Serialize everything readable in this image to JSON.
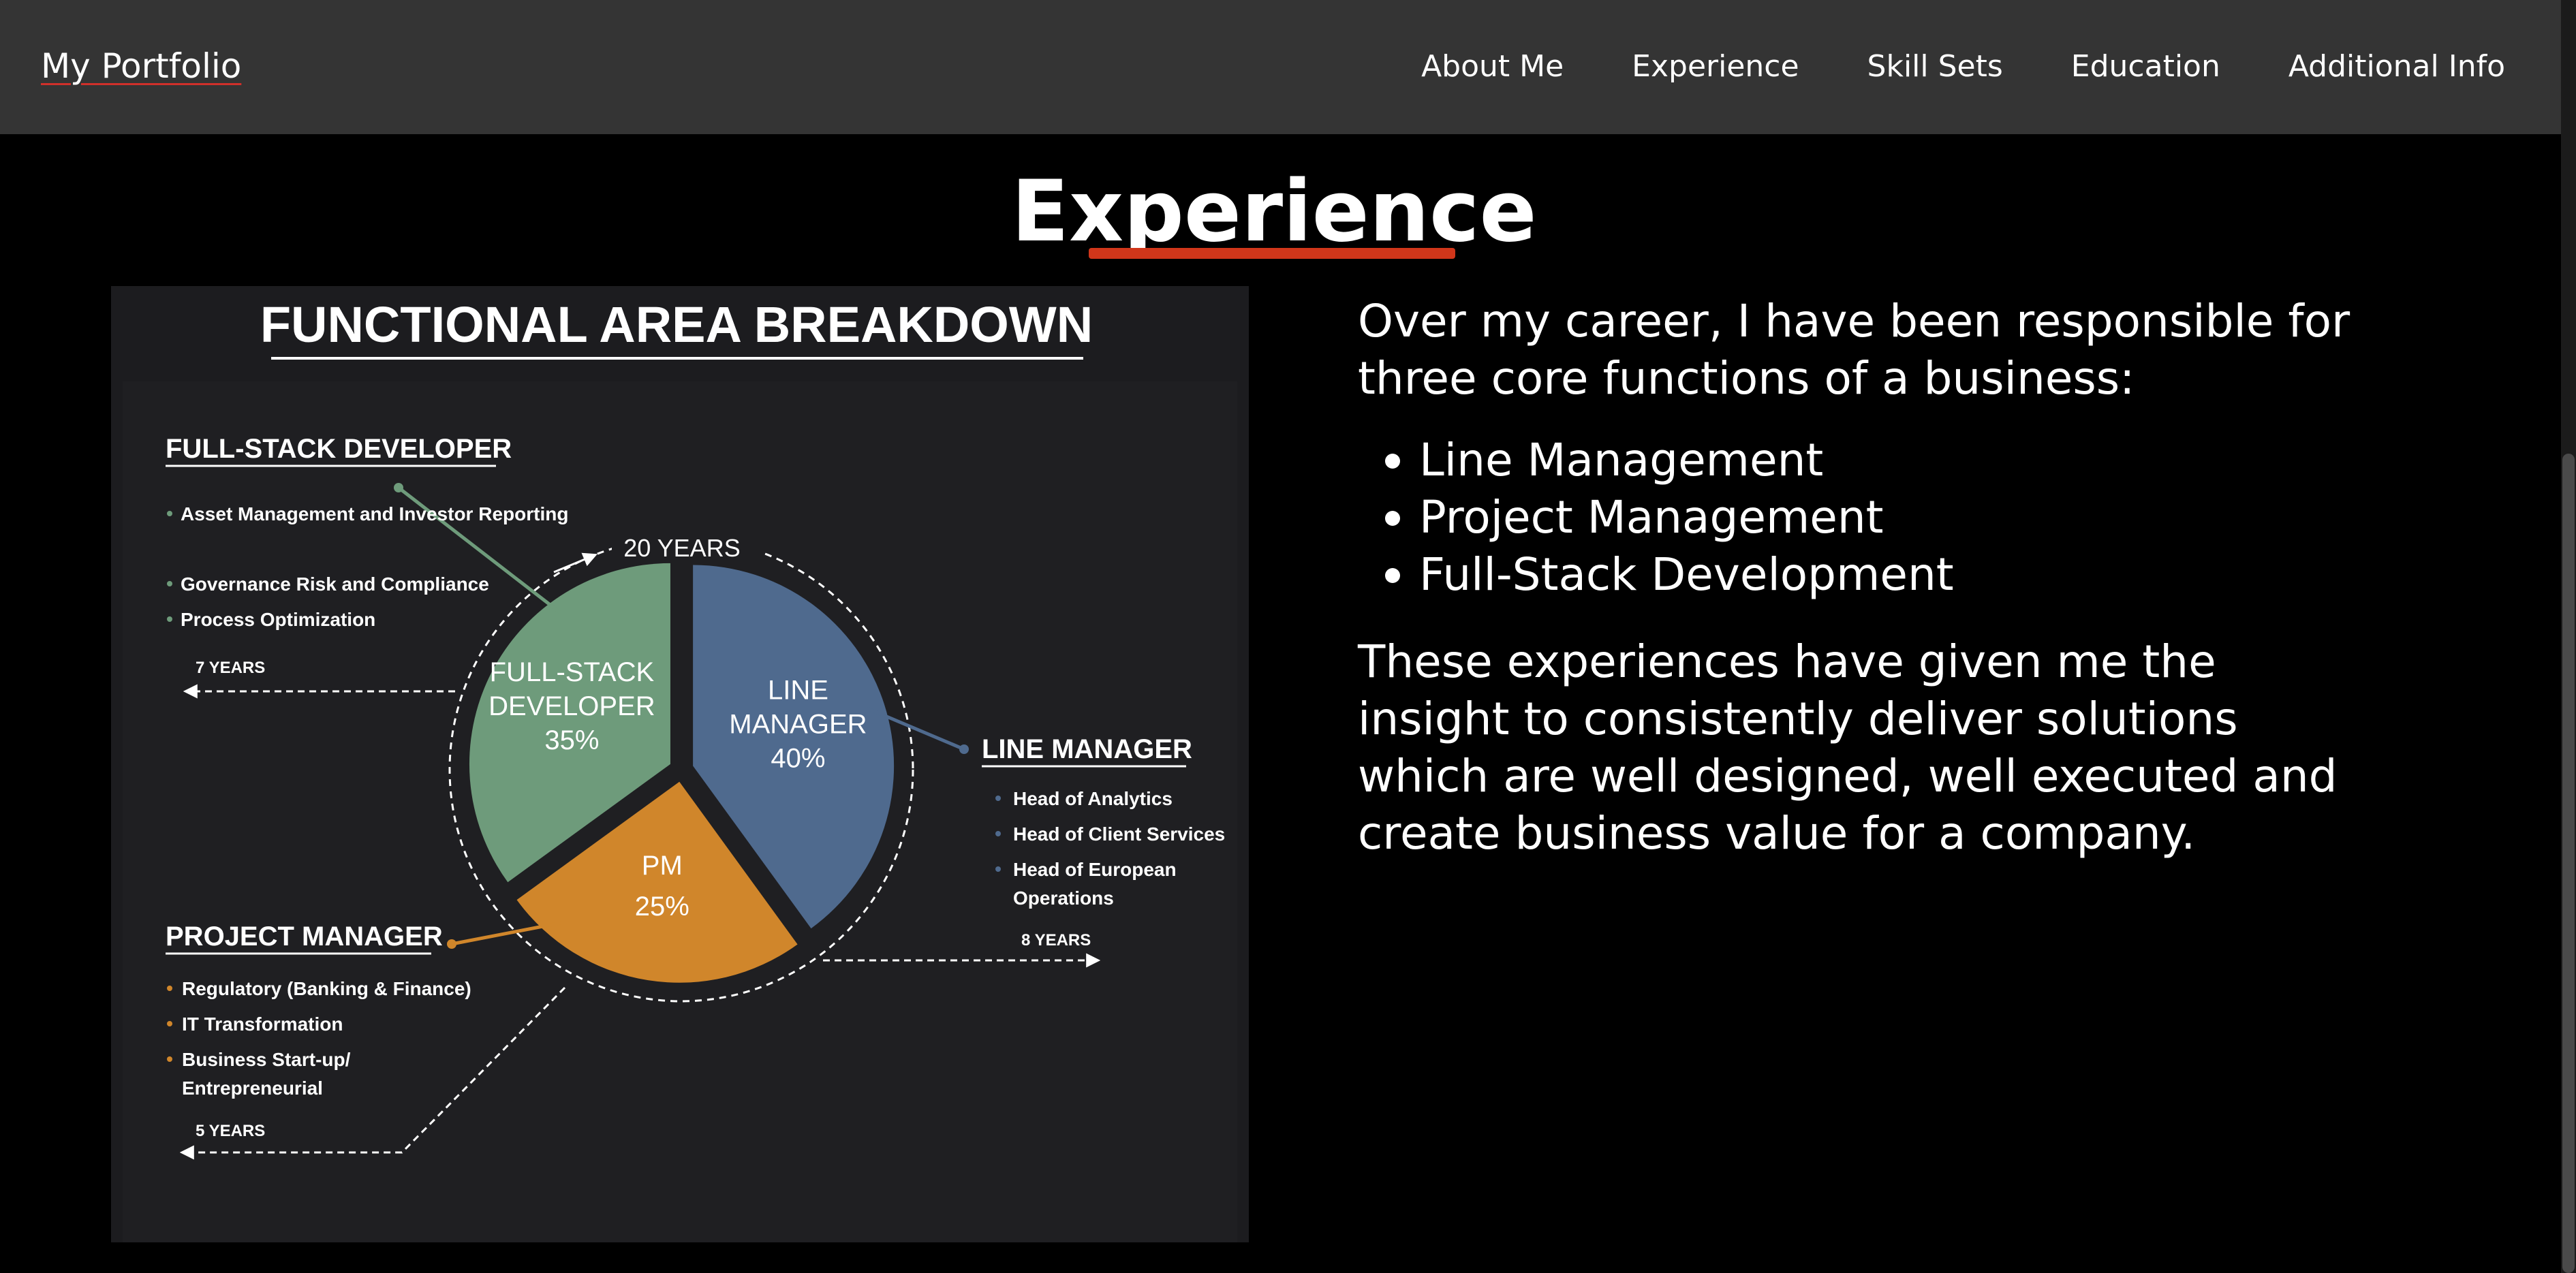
{
  "nav": {
    "brand": "My Portfolio",
    "links": [
      "About Me",
      "Experience",
      "Skill Sets",
      "Education",
      "Additional Info"
    ]
  },
  "section": {
    "title": "Experience",
    "intro": "Over my career, I have been responsible for three core functions of a business:",
    "functions": [
      "Line Management",
      "Project Management",
      "Full-Stack Development"
    ],
    "closing": "These experiences have given me the insight to consistently deliver solutions which are well designed, well executed and create business value for a company."
  },
  "infographic": {
    "title": "FUNCTIONAL AREA BREAKDOWN",
    "total_label": "20 YEARS",
    "colors": {
      "fullstack": "#6e9b7b",
      "line": "#4f6a8e",
      "pm": "#d0862b"
    },
    "areas": {
      "fullstack": {
        "heading": "FULL-STACK DEVELOPER",
        "items": [
          "Asset Management and Investor Reporting",
          "Governance Risk and Compliance",
          "Process Optimization"
        ],
        "years": "7 YEARS"
      },
      "line": {
        "heading": "LINE MANAGER",
        "items": [
          "Head of Analytics",
          "Head of Client Services",
          "Head of European Operations"
        ],
        "years": "8 YEARS"
      },
      "pm": {
        "heading": "PROJECT MANAGER",
        "items": [
          "Regulatory (Banking & Finance)",
          "IT Transformation",
          "Business Start-up/ Entrepreneurial"
        ],
        "years": "5 YEARS"
      }
    },
    "slices": [
      {
        "key": "line",
        "label_lines": [
          "LINE",
          "MANAGER"
        ],
        "percent_label": "40%",
        "value": 40
      },
      {
        "key": "pm",
        "label_lines": [
          "PM"
        ],
        "percent_label": "25%",
        "value": 25
      },
      {
        "key": "fullstack",
        "label_lines": [
          "FULL-STACK",
          "DEVELOPER"
        ],
        "percent_label": "35%",
        "value": 35
      }
    ]
  }
}
